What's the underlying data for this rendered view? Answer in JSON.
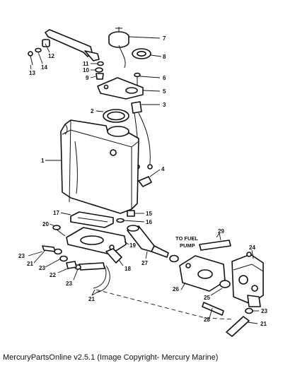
{
  "callouts": {
    "c1": "1",
    "c2": "2",
    "c3": "3",
    "c4": "4",
    "c5": "5",
    "c6": "6",
    "c7": "7",
    "c8": "8",
    "c9": "9",
    "c10": "10",
    "c11": "11",
    "c12": "12",
    "c13": "13",
    "c14": "14",
    "c15": "15",
    "c16": "16",
    "c17": "17",
    "c18": "18",
    "c19": "19",
    "c20": "20",
    "c21a": "21",
    "c21b": "21",
    "c21c": "21",
    "c22": "22",
    "c23a": "23",
    "c23b": "23",
    "c23c": "23",
    "c23d": "23",
    "c24": "24",
    "c25": "25",
    "c26": "26",
    "c27": "27",
    "c28": "28",
    "c29": "29"
  },
  "note": {
    "line1": "TO FUEL",
    "line2": "PUMP"
  },
  "caption": "MercuryPartsOnline v2.5.1 (Image Copyright- Mercury Marine)"
}
